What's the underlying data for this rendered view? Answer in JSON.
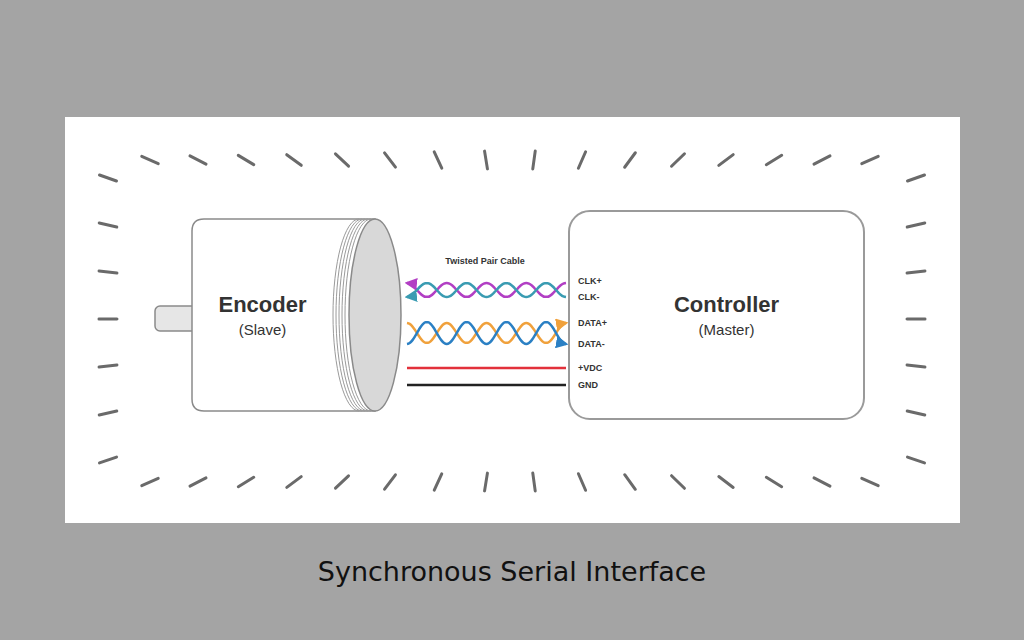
{
  "diagram": {
    "caption": "Synchronous Serial Interface",
    "nodes": [
      {
        "text": [
          "Encoder",
          "(Slave)"
        ]
      },
      {
        "text": [
          "Controller",
          "(Master)"
        ]
      }
    ],
    "edges": [
      {
        "from": 1,
        "to": 0,
        "arrow": "to"
      },
      {
        "from": 1,
        "to": 0,
        "arrow": "to"
      },
      {
        "from": 0,
        "to": 1,
        "arrow": "to"
      },
      {
        "from": 0,
        "to": 1,
        "arrow": "to"
      },
      {
        "from": 0,
        "to": 1,
        "arrow": "none"
      },
      {
        "from": 0,
        "to": 1,
        "arrow": "none"
      }
    ],
    "labels": [
      "Twisted Pair Cable",
      "CLK+",
      "CLK-",
      "DATA+",
      "DATA-",
      "+VDC",
      "GND"
    ]
  }
}
